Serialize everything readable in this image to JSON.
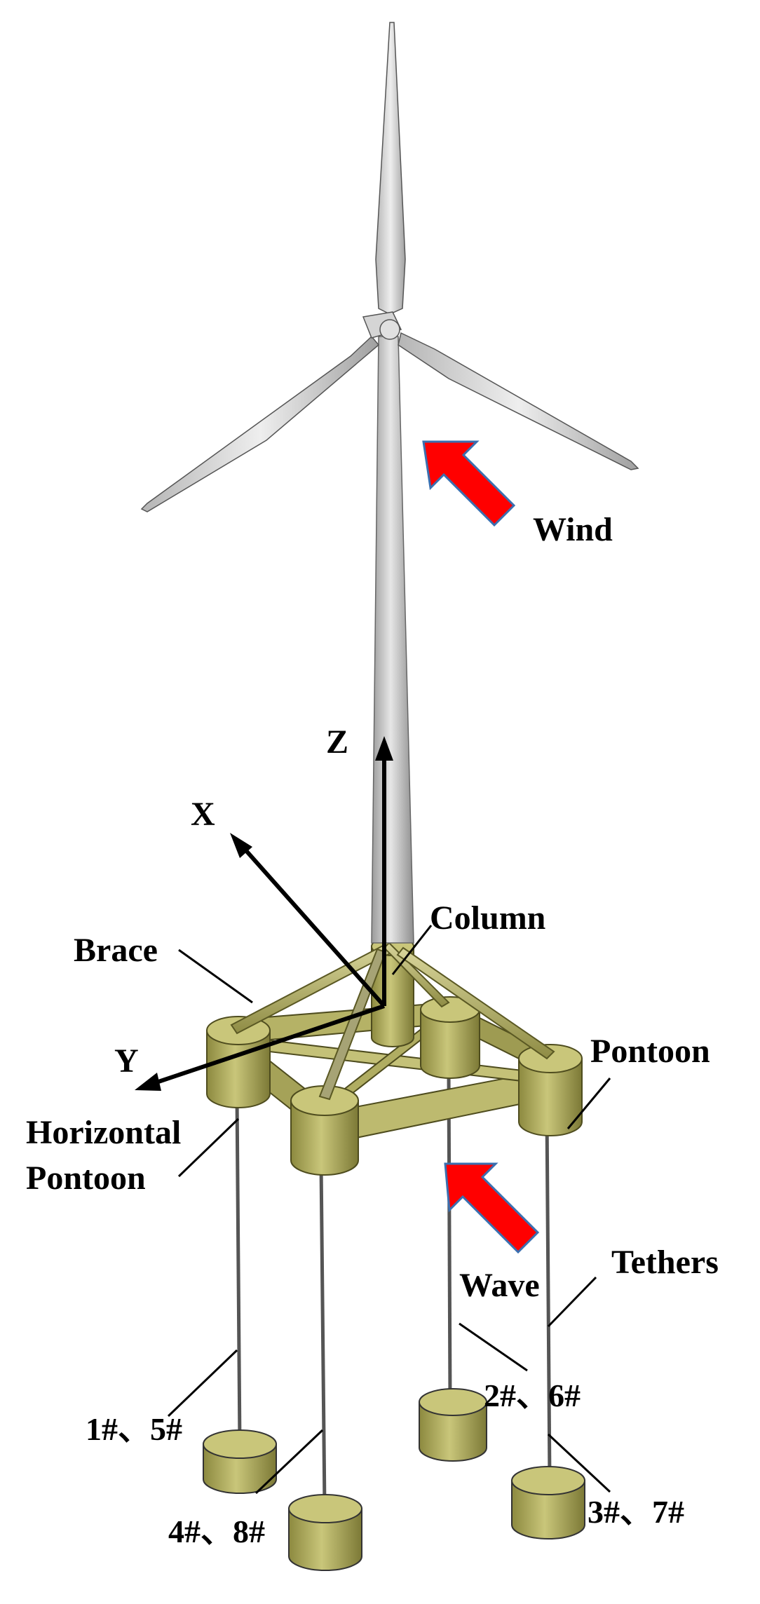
{
  "labels": {
    "wind": "Wind",
    "wave": "Wave",
    "axis_z": "Z",
    "axis_x": "X",
    "axis_y": "Y",
    "column": "Column",
    "brace": "Brace",
    "pontoon": "Pontoon",
    "horizontal_pontoon_line1": "Horizontal",
    "horizontal_pontoon_line2": "Pontoon",
    "tethers": "Tethers",
    "tether_1_5": "1#、5#",
    "tether_2_6": "2#、6#",
    "tether_3_7": "3#、7#",
    "tether_4_8": "4#、8#"
  },
  "colors": {
    "arrow_fill": "#ff0000",
    "arrow_outline": "#3a6fb0",
    "tower": "#c8c8c8",
    "structure": "#a8a55a",
    "anchor": "#b9b66a"
  }
}
